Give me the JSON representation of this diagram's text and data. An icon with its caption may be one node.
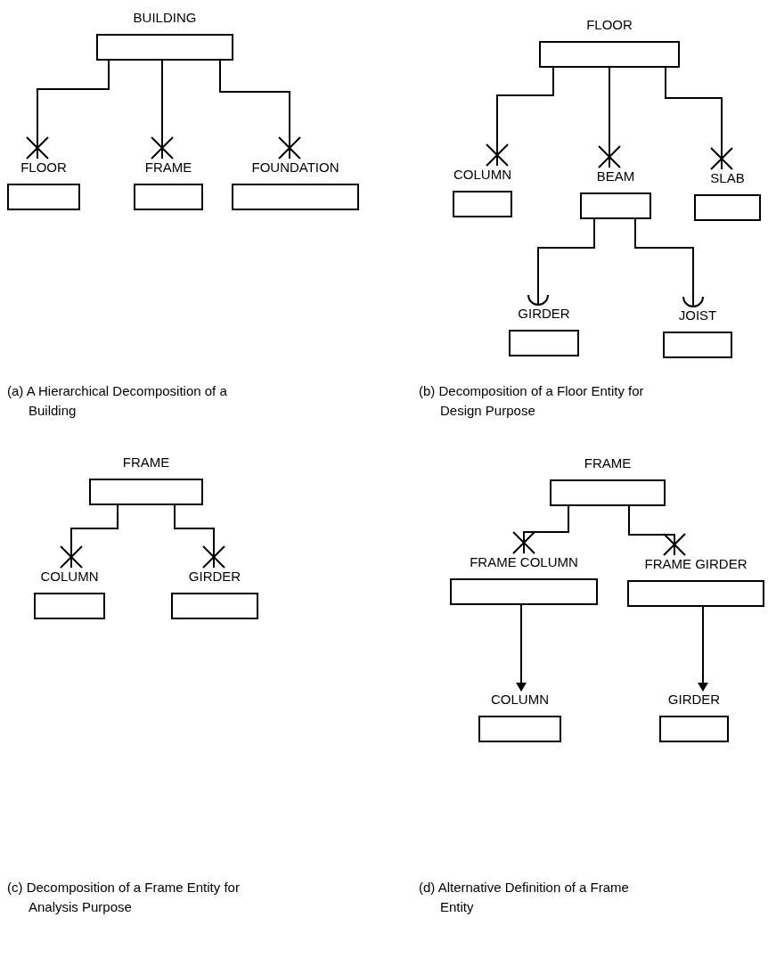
{
  "diagram": {
    "nodes": [
      {
        "text": [
          "BUILDING"
        ]
      },
      {
        "text": [
          "FLOOR"
        ]
      },
      {
        "text": [
          "FRAME"
        ]
      },
      {
        "text": [
          "FOUNDATION"
        ]
      },
      {
        "text": [
          "FLOOR"
        ]
      },
      {
        "text": [
          "COLUMN"
        ]
      },
      {
        "text": [
          "BEAM"
        ]
      },
      {
        "text": [
          "SLAB"
        ]
      },
      {
        "text": [
          "GIRDER"
        ]
      },
      {
        "text": [
          "JOIST"
        ]
      },
      {
        "text": [
          "FRAME"
        ]
      },
      {
        "text": [
          "COLUMN"
        ]
      },
      {
        "text": [
          "GIRDER"
        ]
      },
      {
        "text": [
          "FRAME"
        ]
      },
      {
        "text": [
          "FRAME COLUMN"
        ]
      },
      {
        "text": [
          "FRAME GIRDER"
        ]
      },
      {
        "text": [
          "COLUMN"
        ]
      },
      {
        "text": [
          "GIRDER"
        ]
      }
    ],
    "edges": [
      {
        "from": 0,
        "to": 1,
        "arrow": "other"
      },
      {
        "from": 0,
        "to": 2,
        "arrow": "other"
      },
      {
        "from": 0,
        "to": 3,
        "arrow": "other"
      },
      {
        "from": 4,
        "to": 5,
        "arrow": "other"
      },
      {
        "from": 4,
        "to": 6,
        "arrow": "other"
      },
      {
        "from": 4,
        "to": 7,
        "arrow": "other"
      },
      {
        "from": 6,
        "to": 8,
        "arrow": "other"
      },
      {
        "from": 6,
        "to": 9,
        "arrow": "other"
      },
      {
        "from": 10,
        "to": 11,
        "arrow": "other"
      },
      {
        "from": 10,
        "to": 12,
        "arrow": "other"
      },
      {
        "from": 13,
        "to": 14,
        "arrow": "other"
      },
      {
        "from": 13,
        "to": 15,
        "arrow": "other"
      },
      {
        "from": 14,
        "to": 16,
        "arrow": "to"
      },
      {
        "from": 15,
        "to": 17,
        "arrow": "to"
      }
    ],
    "labels": [
      "(a) A Hierarchical Decomposition of a Building",
      "(b) Decomposition of a Floor Entity for Design Purpose",
      "(c) Decomposition of a Frame Entity for Analysis Purpose",
      "(d) Alternative Definition of a Frame Entity"
    ]
  }
}
